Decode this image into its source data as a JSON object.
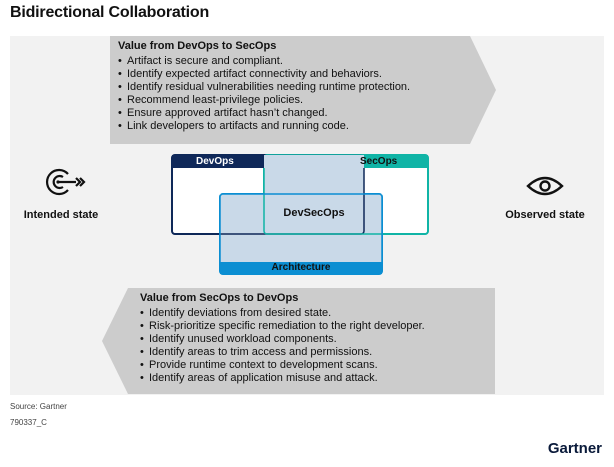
{
  "title": "Bidirectional Collaboration",
  "left_side": {
    "label": "Intended state",
    "icon": "target-icon"
  },
  "right_side": {
    "label": "Observed state",
    "icon": "eye-icon"
  },
  "top_arrow": {
    "heading": "Value from DevOps to SecOps",
    "items": [
      "Artifact is secure and compliant.",
      "Identify expected artifact connectivity and behaviors.",
      "Identify residual vulnerabilities needing runtime protection.",
      "Recommend least-privilege policies.",
      "Ensure approved artifact hasn’t changed.",
      "Link developers to artifacts and running code."
    ]
  },
  "bottom_arrow": {
    "heading": "Value from SecOps to DevOps",
    "items": [
      "Identify deviations from desired state.",
      "Risk-prioritize specific remediation to the right developer.",
      "Identify unused workload components.",
      "Identify areas to trim access and permissions.",
      "Provide runtime context to development scans.",
      "Identify areas of application misuse and attack."
    ]
  },
  "venn": {
    "devops": "DevOps",
    "secops": "SecOps",
    "devsecops": "DevSecOps",
    "architecture": "Architecture"
  },
  "colors": {
    "devops": "#0f2859",
    "secops": "#10b4a6",
    "architecture": "#0b8ed2",
    "overlap": "#c9d9e8",
    "arrow": "#cccccc",
    "panel": "#f2f2f2"
  },
  "footer": {
    "source": "Source: Gartner",
    "id": "790337_C"
  },
  "brand": "Gartner"
}
